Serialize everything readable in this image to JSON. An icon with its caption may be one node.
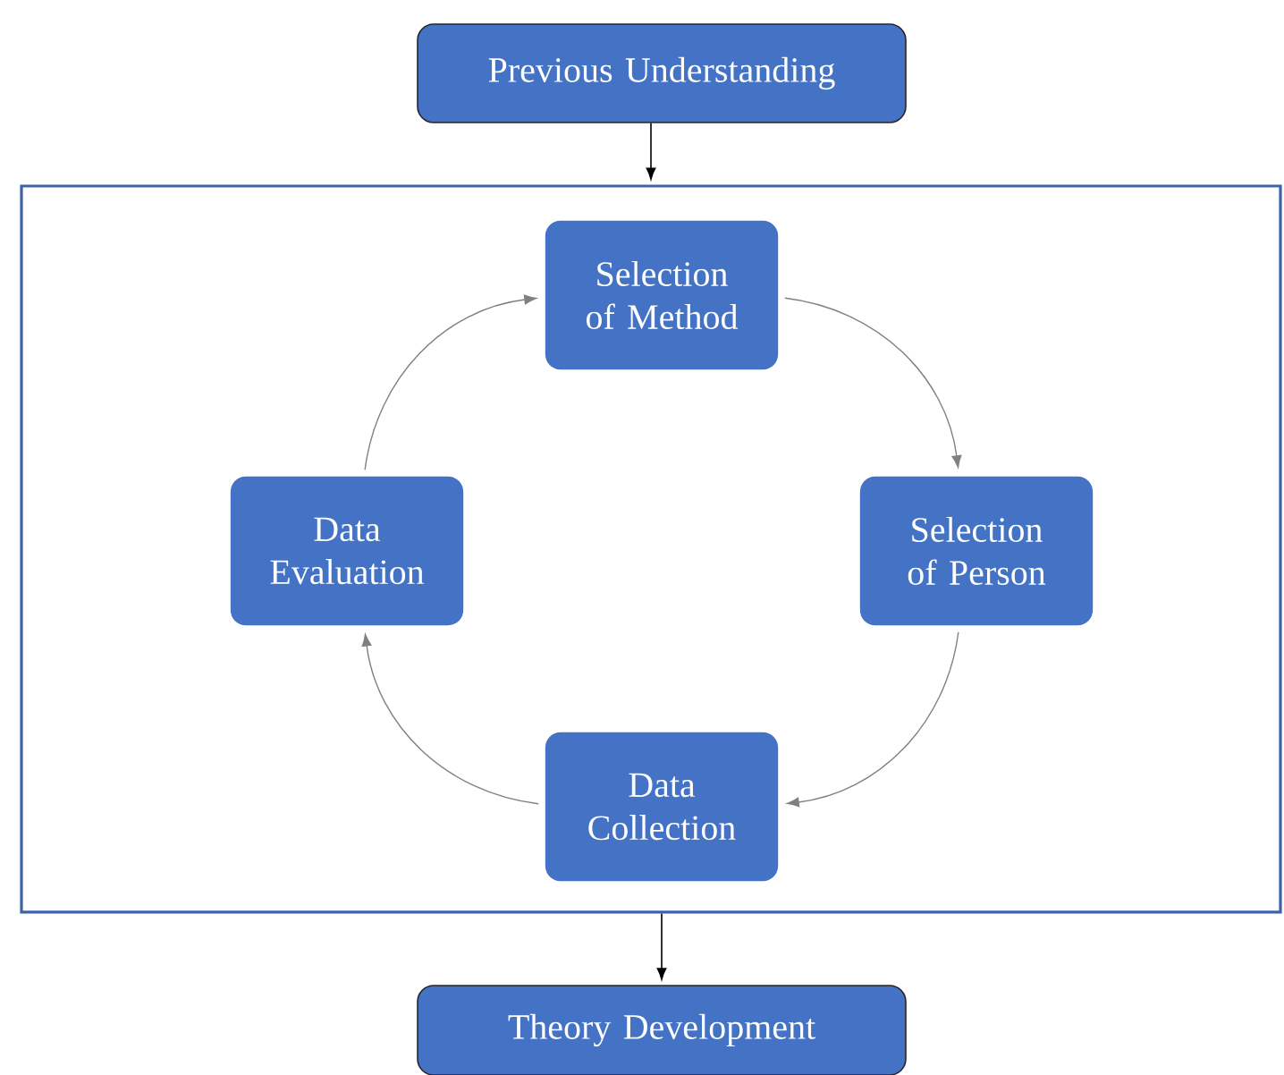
{
  "diagram": {
    "nodes": [
      {
        "text": [
          "Previous Understanding"
        ]
      },
      {
        "text": [],
        "shape": "box"
      },
      {
        "text": [
          "Selection of Method"
        ],
        "in": 1
      },
      {
        "text": [
          "Selection of Person"
        ],
        "in": 1
      },
      {
        "text": [
          "Data Collection"
        ],
        "in": 1
      },
      {
        "text": [
          "Data Evaluation"
        ],
        "in": 1
      },
      {
        "text": [
          "Theory Development"
        ]
      }
    ],
    "edges": [
      {
        "from": 0,
        "to": 1,
        "arrow": "to",
        "color": "#000000"
      },
      {
        "from": 2,
        "to": 3,
        "arrow": "to"
      },
      {
        "from": 3,
        "to": 4,
        "arrow": "to"
      },
      {
        "from": 4,
        "to": 5,
        "arrow": "to"
      },
      {
        "from": 5,
        "to": 2,
        "arrow": "to"
      },
      {
        "from": 1,
        "to": 6,
        "arrow": "to",
        "color": "#000000"
      }
    ]
  }
}
